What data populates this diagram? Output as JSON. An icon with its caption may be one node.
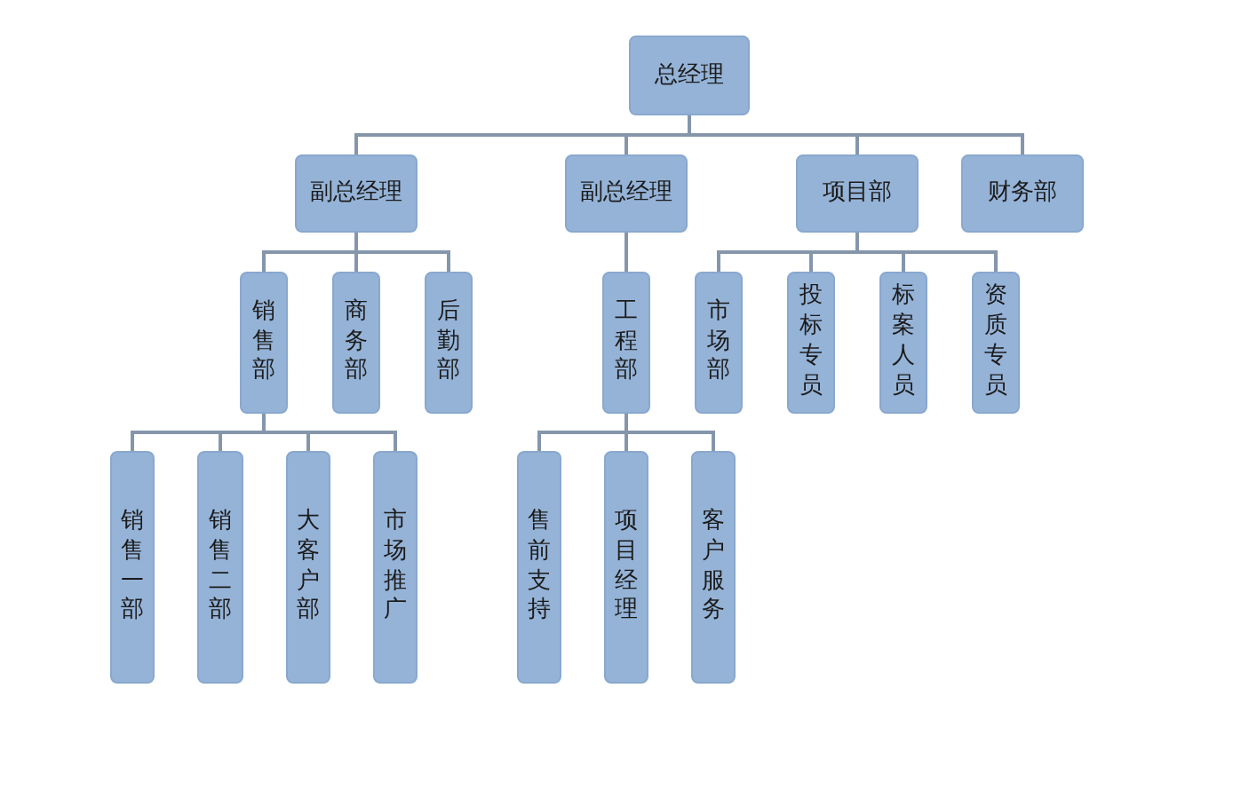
{
  "diagram": {
    "nodes": [
      {
        "text": [
          "总经理"
        ]
      },
      {
        "text": [
          "副总经理"
        ]
      },
      {
        "text": [
          "副总经理"
        ]
      },
      {
        "text": [
          "项目部"
        ]
      },
      {
        "text": [
          "财务部"
        ]
      },
      {
        "text": [
          "销售部"
        ]
      },
      {
        "text": [
          "商务部"
        ]
      },
      {
        "text": [
          "后勤部"
        ]
      },
      {
        "text": [
          "工程部"
        ]
      },
      {
        "text": [
          "市场部"
        ]
      },
      {
        "text": [
          "投标专员"
        ]
      },
      {
        "text": [
          "标案人员"
        ]
      },
      {
        "text": [
          "资质专员"
        ]
      },
      {
        "text": [
          "销售一部"
        ]
      },
      {
        "text": [
          "销售二部"
        ]
      },
      {
        "text": [
          "大客户部"
        ]
      },
      {
        "text": [
          "市场推广"
        ]
      },
      {
        "text": [
          "售前支持"
        ]
      },
      {
        "text": [
          "项目经理"
        ]
      },
      {
        "text": [
          "客户服务"
        ]
      }
    ],
    "edges": [
      {
        "from": 0,
        "to": 1,
        "arrow": "none"
      },
      {
        "from": 0,
        "to": 2,
        "arrow": "none"
      },
      {
        "from": 0,
        "to": 3,
        "arrow": "none"
      },
      {
        "from": 0,
        "to": 4,
        "arrow": "none"
      },
      {
        "from": 1,
        "to": 5,
        "arrow": "none"
      },
      {
        "from": 1,
        "to": 6,
        "arrow": "none"
      },
      {
        "from": 1,
        "to": 7,
        "arrow": "none"
      },
      {
        "from": 2,
        "to": 8,
        "arrow": "none"
      },
      {
        "from": 3,
        "to": 9,
        "arrow": "none"
      },
      {
        "from": 3,
        "to": 10,
        "arrow": "none"
      },
      {
        "from": 3,
        "to": 11,
        "arrow": "none"
      },
      {
        "from": 3,
        "to": 12,
        "arrow": "none"
      },
      {
        "from": 5,
        "to": 13,
        "arrow": "none"
      },
      {
        "from": 5,
        "to": 14,
        "arrow": "none"
      },
      {
        "from": 5,
        "to": 15,
        "arrow": "none"
      },
      {
        "from": 5,
        "to": 16,
        "arrow": "none"
      },
      {
        "from": 8,
        "to": 17,
        "arrow": "none"
      },
      {
        "from": 8,
        "to": 18,
        "arrow": "none"
      },
      {
        "from": 8,
        "to": 19,
        "arrow": "none"
      }
    ]
  }
}
